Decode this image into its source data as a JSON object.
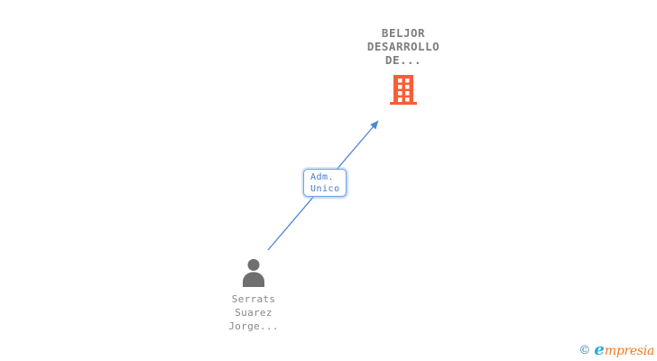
{
  "company_node": {
    "name_lines": [
      "BELJOR",
      "DESARROLLO",
      "DE..."
    ],
    "icon": "building-icon",
    "icon_color": "#fb5d35",
    "window_color": "#ffffff",
    "text_color": "#7d7d7d"
  },
  "edge": {
    "label_lines": [
      "Adm.",
      "Unico"
    ],
    "color": "#4e86d8",
    "label_text_color": "#4177d4",
    "label_border_color": "#6fa0e8"
  },
  "person_node": {
    "name_lines": [
      "Serrats",
      "Suarez",
      "Jorge..."
    ],
    "icon": "person-icon",
    "icon_color": "#6f6f6f",
    "text_color": "#878787"
  },
  "footer": {
    "copyright_symbol": "©",
    "brand_initial": "e",
    "brand_rest": "mpresia",
    "copyright_color": "#2f7f9e",
    "brand_initial_color": "#29abe2",
    "brand_rest_color": "#f47920"
  }
}
